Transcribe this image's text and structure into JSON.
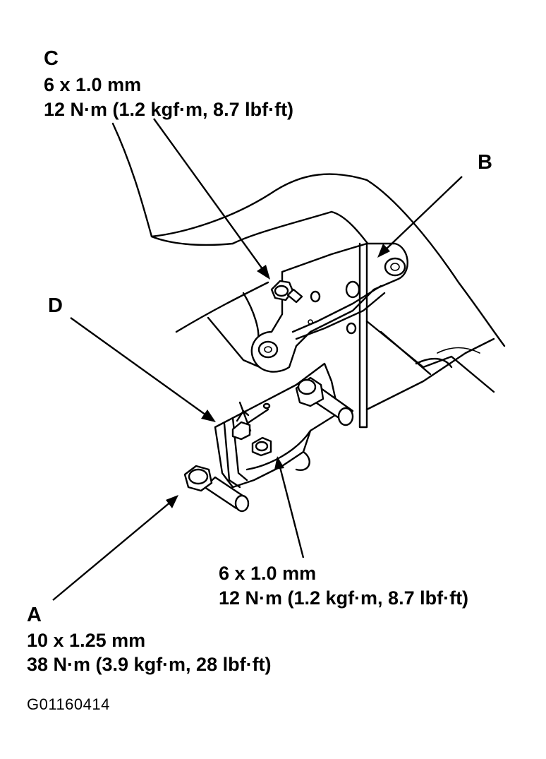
{
  "callouts": {
    "c": {
      "letter": "C",
      "size": "6 x 1.0 mm",
      "torque": "12 N·m (1.2 kgf·m, 8.7 lbf·ft)"
    },
    "b": {
      "letter": "B"
    },
    "d": {
      "letter": "D"
    },
    "mid": {
      "size": "6 x 1.0 mm",
      "torque": "12 N·m (1.2 kgf·m, 8.7 lbf·ft)"
    },
    "a": {
      "letter": "A",
      "size": "10 x 1.25 mm",
      "torque": "38 N·m (3.9 kgf·m, 28 lbf·ft)"
    }
  },
  "figure_id": "G01160414",
  "colors": {
    "ink": "#000000",
    "paper": "#ffffff"
  }
}
